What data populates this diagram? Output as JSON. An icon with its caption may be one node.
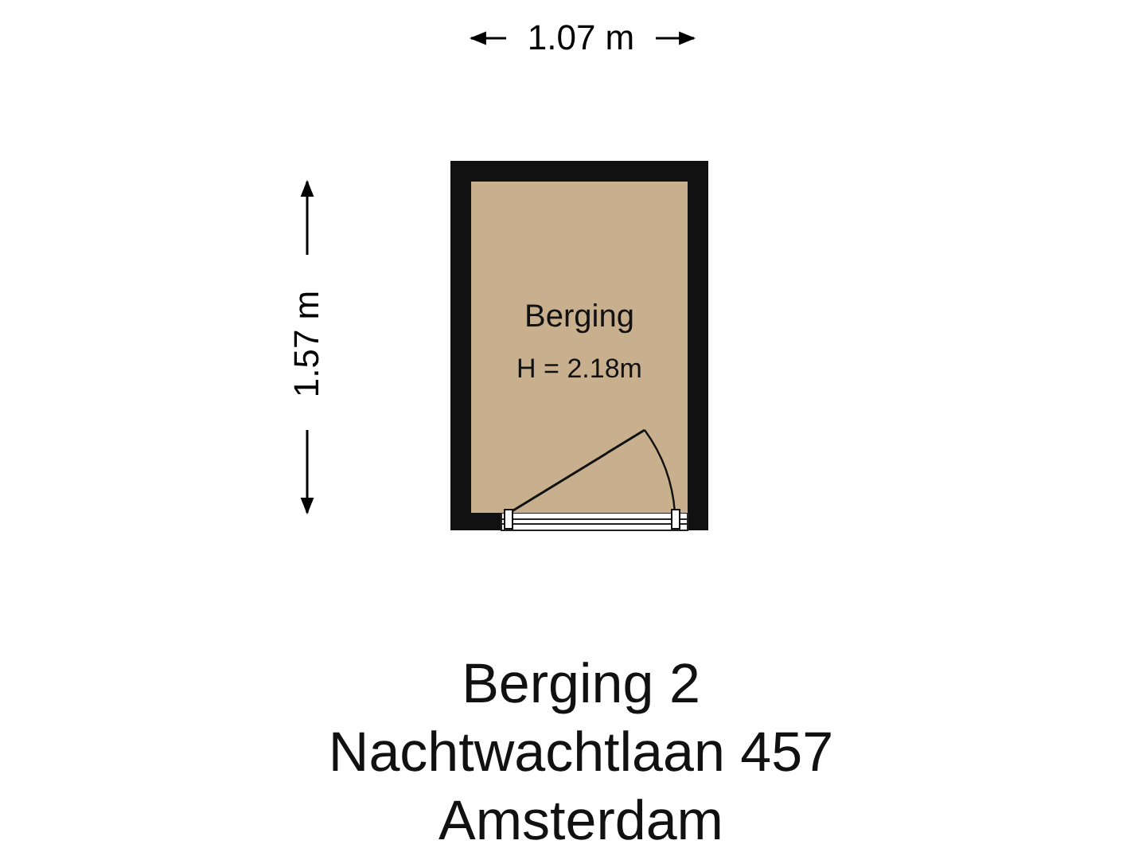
{
  "diagram": {
    "caption": "Berging 2 Nachtwachtlaan 457 Amsterdam",
    "nodes": [
      {
        "text": [
          "Berging",
          "H = 2.18m"
        ]
      }
    ],
    "edges": [],
    "labels": [
      "1.07 m",
      "1.57 m"
    ]
  }
}
